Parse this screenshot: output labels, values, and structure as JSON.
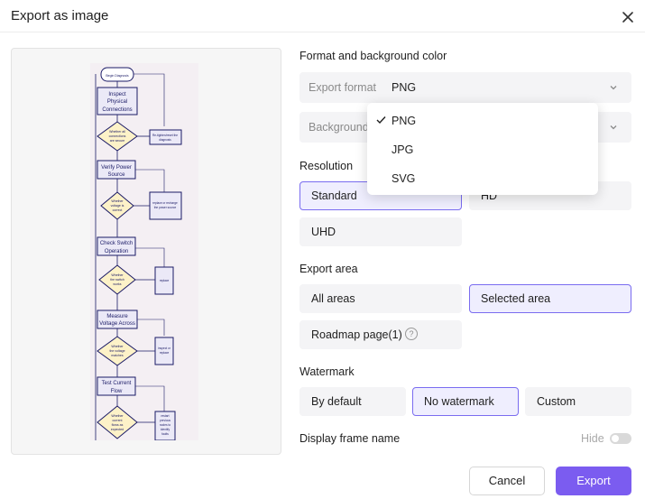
{
  "dialog": {
    "title": "Export as image"
  },
  "format_section": {
    "title": "Format and background color",
    "export_format_label": "Export format",
    "export_format_value": "PNG",
    "background_label": "Background"
  },
  "format_dropdown": {
    "options": [
      "PNG",
      "JPG",
      "SVG"
    ],
    "selected": "PNG"
  },
  "resolution": {
    "title": "Resolution",
    "options": [
      "Standard",
      "HD",
      "UHD"
    ],
    "selected": "Standard"
  },
  "export_area": {
    "title": "Export area",
    "options": [
      "All areas",
      "Selected area",
      "Roadmap page(1)"
    ],
    "selected": "Selected area"
  },
  "watermark": {
    "title": "Watermark",
    "options": [
      "By default",
      "No watermark",
      "Custom"
    ],
    "selected": "No watermark"
  },
  "frame_name": {
    "title": "Display frame name",
    "toggle_label": "Hide",
    "enabled": false
  },
  "footer": {
    "cancel_label": "Cancel",
    "export_label": "Export"
  },
  "preview": {
    "nodes": {
      "start": "Begin Diagnosis",
      "p1a": "Inspect",
      "p1b": "Physical",
      "p1c": "Connections",
      "d1a": "Whether all",
      "d1b": "connections",
      "d1c": "are secure",
      "r1a": "Re-tighten/reset the",
      "r1b": "diagnosis",
      "p2a": "Verify Power",
      "p2b": "Source",
      "d2a": "Whether",
      "d2b": "voltage is",
      "d2c": "correct",
      "r2a": "replace or recharge",
      "r2b": "the power source",
      "p3a": "Check Switch",
      "p3b": "Operation",
      "d3a": "Whether",
      "d3b": "the switch",
      "d3c": "works",
      "r3a": "replace",
      "p4a": "Measure",
      "p4b": "Voltage Across",
      "d4a": "Whether",
      "d4b": "the voltage",
      "d4c": "matches",
      "r4a": "inspect or",
      "r4b": "replace",
      "p5a": "Test Current",
      "p5b": "Flow",
      "d5a": "Whether",
      "d5b": "current",
      "d5c": "flows as",
      "d5d": "expected",
      "r5a": "restart",
      "r5b": "previous",
      "r5c": "nodes to",
      "r5d": "identify",
      "r5e": "faults"
    }
  }
}
